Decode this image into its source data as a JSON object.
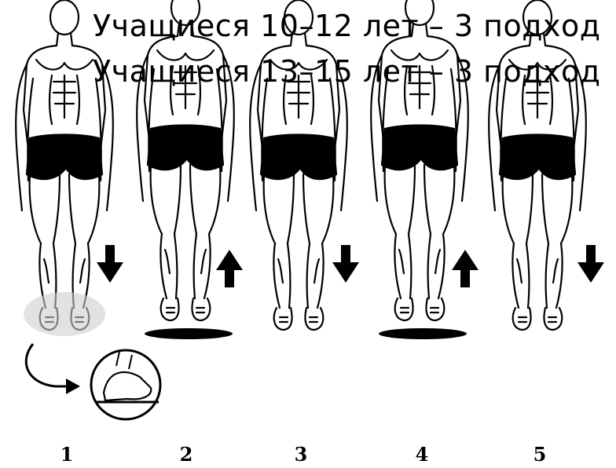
{
  "caption": {
    "line1": "Учащиеся 10–12 лет – 3 подход",
    "line2": "Учащиеся 13–15 лет – 3 подход"
  },
  "figures": [
    {
      "number": "1",
      "arrow": "down"
    },
    {
      "number": "2",
      "arrow": "up"
    },
    {
      "number": "3",
      "arrow": "down"
    },
    {
      "number": "4",
      "arrow": "up"
    },
    {
      "number": "5",
      "arrow": "down"
    }
  ],
  "colors": {
    "ink": "#000000",
    "background": "#ffffff"
  }
}
